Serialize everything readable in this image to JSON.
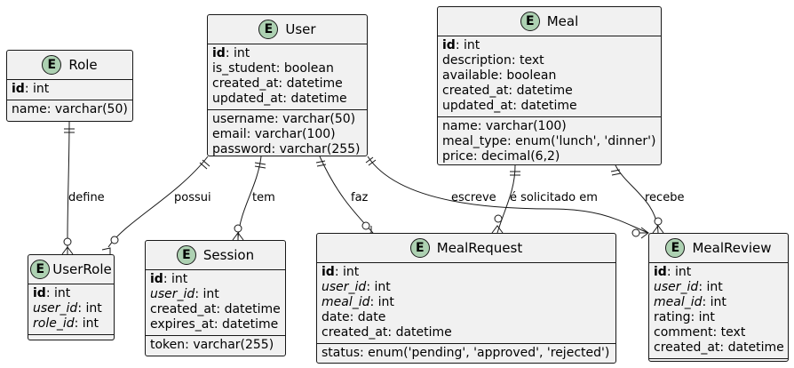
{
  "entities": {
    "role": {
      "badge": "E",
      "name": "Role",
      "key_fields": [
        {
          "name": "id",
          "type": ": int",
          "style": "bold"
        }
      ],
      "fields": [
        {
          "name": "name: varchar(50)",
          "type": "",
          "style": "plain"
        }
      ]
    },
    "user": {
      "badge": "E",
      "name": "User",
      "key_fields": [
        {
          "name": "id",
          "type": ": int",
          "style": "bold"
        },
        {
          "name": "is_student: boolean",
          "type": "",
          "style": "plain"
        },
        {
          "name": "created_at: datetime",
          "type": "",
          "style": "plain"
        },
        {
          "name": "updated_at: datetime",
          "type": "",
          "style": "plain"
        }
      ],
      "fields": [
        {
          "name": "username: varchar(50)",
          "type": "",
          "style": "plain"
        },
        {
          "name": "email: varchar(100)",
          "type": "",
          "style": "plain"
        },
        {
          "name": "password: varchar(255)",
          "type": "",
          "style": "plain"
        }
      ]
    },
    "meal": {
      "badge": "E",
      "name": "Meal",
      "key_fields": [
        {
          "name": "id",
          "type": ": int",
          "style": "bold"
        },
        {
          "name": "description: text",
          "type": "",
          "style": "plain"
        },
        {
          "name": "available: boolean",
          "type": "",
          "style": "plain"
        },
        {
          "name": "created_at: datetime",
          "type": "",
          "style": "plain"
        },
        {
          "name": "updated_at: datetime",
          "type": "",
          "style": "plain"
        }
      ],
      "fields": [
        {
          "name": "name: varchar(100)",
          "type": "",
          "style": "plain"
        },
        {
          "name": "meal_type: enum('lunch', 'dinner')",
          "type": "",
          "style": "plain"
        },
        {
          "name": "price: decimal(6,2)",
          "type": "",
          "style": "plain"
        }
      ]
    },
    "userrole": {
      "badge": "E",
      "name": "UserRole",
      "key_fields": [
        {
          "name": "id",
          "type": ": int",
          "style": "bold"
        },
        {
          "name": "user_id",
          "type": ": int",
          "style": "italic"
        },
        {
          "name": "role_id",
          "type": ": int",
          "style": "italic"
        }
      ],
      "fields": []
    },
    "session": {
      "badge": "E",
      "name": "Session",
      "key_fields": [
        {
          "name": "id",
          "type": ": int",
          "style": "bold"
        },
        {
          "name": "user_id",
          "type": ": int",
          "style": "italic"
        },
        {
          "name": "created_at: datetime",
          "type": "",
          "style": "plain"
        },
        {
          "name": "expires_at: datetime",
          "type": "",
          "style": "plain"
        }
      ],
      "fields": [
        {
          "name": "token: varchar(255)",
          "type": "",
          "style": "plain"
        }
      ]
    },
    "mealrequest": {
      "badge": "E",
      "name": "MealRequest",
      "key_fields": [
        {
          "name": "id",
          "type": ": int",
          "style": "bold"
        },
        {
          "name": "user_id",
          "type": ": int",
          "style": "italic"
        },
        {
          "name": "meal_id",
          "type": ": int",
          "style": "italic"
        },
        {
          "name": "date: date",
          "type": "",
          "style": "plain"
        },
        {
          "name": "created_at: datetime",
          "type": "",
          "style": "plain"
        }
      ],
      "fields": [
        {
          "name": "status: enum('pending', 'approved', 'rejected')",
          "type": "",
          "style": "plain"
        }
      ]
    },
    "mealreview": {
      "badge": "E",
      "name": "MealReview",
      "key_fields": [
        {
          "name": "id",
          "type": ": int",
          "style": "bold"
        },
        {
          "name": "user_id",
          "type": ": int",
          "style": "italic"
        },
        {
          "name": "meal_id",
          "type": ": int",
          "style": "italic"
        },
        {
          "name": "rating: int",
          "type": "",
          "style": "plain"
        },
        {
          "name": "comment: text",
          "type": "",
          "style": "plain"
        },
        {
          "name": "created_at: datetime",
          "type": "",
          "style": "plain"
        }
      ],
      "fields": []
    }
  },
  "relationships": [
    {
      "id": "define",
      "label": "define",
      "from": "Role",
      "to": "UserRole",
      "from_card": "one",
      "to_card": "zero-or-many"
    },
    {
      "id": "possui",
      "label": "possui",
      "from": "User",
      "to": "UserRole",
      "from_card": "one",
      "to_card": "zero-or-many"
    },
    {
      "id": "tem",
      "label": "tem",
      "from": "User",
      "to": "Session",
      "from_card": "one",
      "to_card": "zero-or-many"
    },
    {
      "id": "faz",
      "label": "faz",
      "from": "User",
      "to": "MealRequest",
      "from_card": "one",
      "to_card": "zero-or-many"
    },
    {
      "id": "escreve",
      "label": "escreve",
      "from": "User",
      "to": "MealReview",
      "from_card": "one",
      "to_card": "zero-or-many"
    },
    {
      "id": "solicitado",
      "label": "é solicitado em",
      "from": "Meal",
      "to": "MealRequest",
      "from_card": "one",
      "to_card": "zero-or-many"
    },
    {
      "id": "recebe",
      "label": "recebe",
      "from": "Meal",
      "to": "MealReview",
      "from_card": "one",
      "to_card": "zero-or-many"
    }
  ],
  "colors": {
    "badge": "#add1b2",
    "box": "#f1f1f1",
    "border": "#181818",
    "line": "#181818"
  }
}
